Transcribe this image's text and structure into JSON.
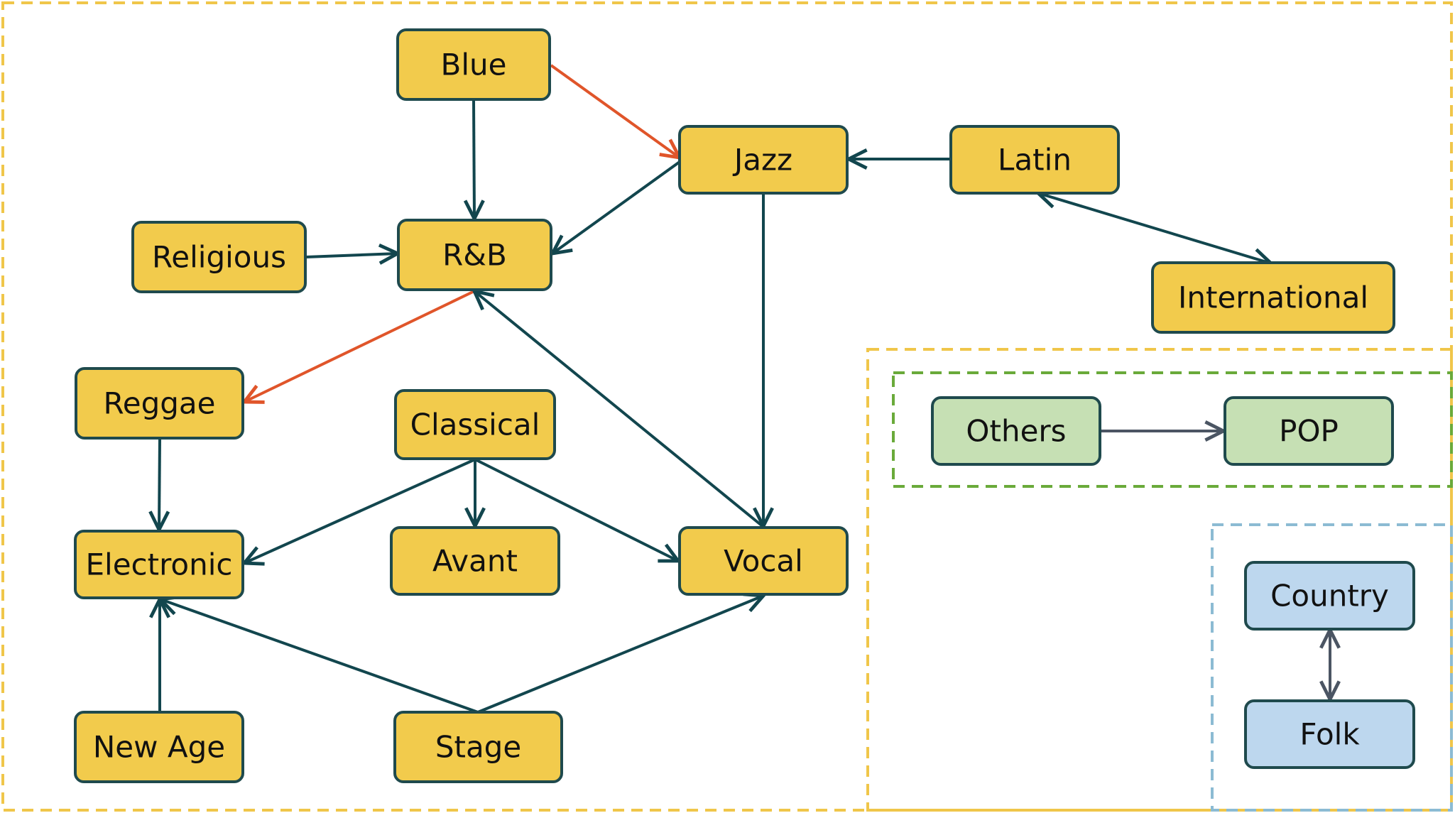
{
  "colors": {
    "group_outer_border": "#f0c64a",
    "group_green_border": "#6aaa3a",
    "group_blue_border": "#8cbbd3",
    "node_yellow_fill": "#f2cb4c",
    "node_green_fill": "#c6e0b4",
    "node_blue_fill": "#bdd7ee",
    "node_border": "#1f4a4d",
    "edge_default": "#12464e",
    "edge_highlight": "#e0552a",
    "edge_grey": "#4b5563"
  },
  "groups": [
    {
      "id": "main",
      "color": "group_outer_border"
    },
    {
      "id": "right",
      "color": "group_outer_border"
    },
    {
      "id": "green",
      "color": "group_green_border"
    },
    {
      "id": "blue",
      "color": "group_blue_border"
    }
  ],
  "nodes": [
    {
      "id": "blue",
      "label": "Blue",
      "fill": "node_yellow_fill"
    },
    {
      "id": "jazz",
      "label": "Jazz",
      "fill": "node_yellow_fill"
    },
    {
      "id": "latin",
      "label": "Latin",
      "fill": "node_yellow_fill"
    },
    {
      "id": "religious",
      "label": "Religious",
      "fill": "node_yellow_fill"
    },
    {
      "id": "rnb",
      "label": "R&B",
      "fill": "node_yellow_fill"
    },
    {
      "id": "international",
      "label": "International",
      "fill": "node_yellow_fill"
    },
    {
      "id": "reggae",
      "label": "Reggae",
      "fill": "node_yellow_fill"
    },
    {
      "id": "classical",
      "label": "Classical",
      "fill": "node_yellow_fill"
    },
    {
      "id": "electronic",
      "label": "Electronic",
      "fill": "node_yellow_fill"
    },
    {
      "id": "avant",
      "label": "Avant",
      "fill": "node_yellow_fill"
    },
    {
      "id": "vocal",
      "label": "Vocal",
      "fill": "node_yellow_fill"
    },
    {
      "id": "newage",
      "label": "New Age",
      "fill": "node_yellow_fill"
    },
    {
      "id": "stage",
      "label": "Stage",
      "fill": "node_yellow_fill"
    },
    {
      "id": "others",
      "label": "Others",
      "fill": "node_green_fill"
    },
    {
      "id": "pop",
      "label": "POP",
      "fill": "node_green_fill"
    },
    {
      "id": "country",
      "label": "Country",
      "fill": "node_blue_fill"
    },
    {
      "id": "folk",
      "label": "Folk",
      "fill": "node_blue_fill"
    }
  ],
  "edges": [
    {
      "from": "blue",
      "to": "jazz",
      "color": "edge_highlight",
      "bidirectional": false
    },
    {
      "from": "blue",
      "to": "rnb",
      "color": "edge_default",
      "bidirectional": false
    },
    {
      "from": "latin",
      "to": "jazz",
      "color": "edge_default",
      "bidirectional": false
    },
    {
      "from": "jazz",
      "to": "rnb",
      "color": "edge_default",
      "bidirectional": false
    },
    {
      "from": "religious",
      "to": "rnb",
      "color": "edge_default",
      "bidirectional": false
    },
    {
      "from": "latin",
      "to": "international",
      "color": "edge_default",
      "bidirectional": true
    },
    {
      "from": "rnb",
      "to": "reggae",
      "color": "edge_highlight",
      "bidirectional": false
    },
    {
      "from": "jazz",
      "to": "vocal",
      "color": "edge_default",
      "bidirectional": false
    },
    {
      "from": "vocal",
      "to": "rnb",
      "color": "edge_default",
      "bidirectional": false
    },
    {
      "from": "reggae",
      "to": "electronic",
      "color": "edge_default",
      "bidirectional": false
    },
    {
      "from": "classical",
      "to": "electronic",
      "color": "edge_default",
      "bidirectional": false
    },
    {
      "from": "classical",
      "to": "avant",
      "color": "edge_default",
      "bidirectional": false
    },
    {
      "from": "classical",
      "to": "vocal",
      "color": "edge_default",
      "bidirectional": false
    },
    {
      "from": "newage",
      "to": "electronic",
      "color": "edge_default",
      "bidirectional": false
    },
    {
      "from": "stage",
      "to": "electronic",
      "color": "edge_default",
      "bidirectional": false
    },
    {
      "from": "stage",
      "to": "vocal",
      "color": "edge_default",
      "bidirectional": false
    },
    {
      "from": "others",
      "to": "pop",
      "color": "edge_grey",
      "bidirectional": false
    },
    {
      "from": "country",
      "to": "folk",
      "color": "edge_grey",
      "bidirectional": true
    }
  ]
}
